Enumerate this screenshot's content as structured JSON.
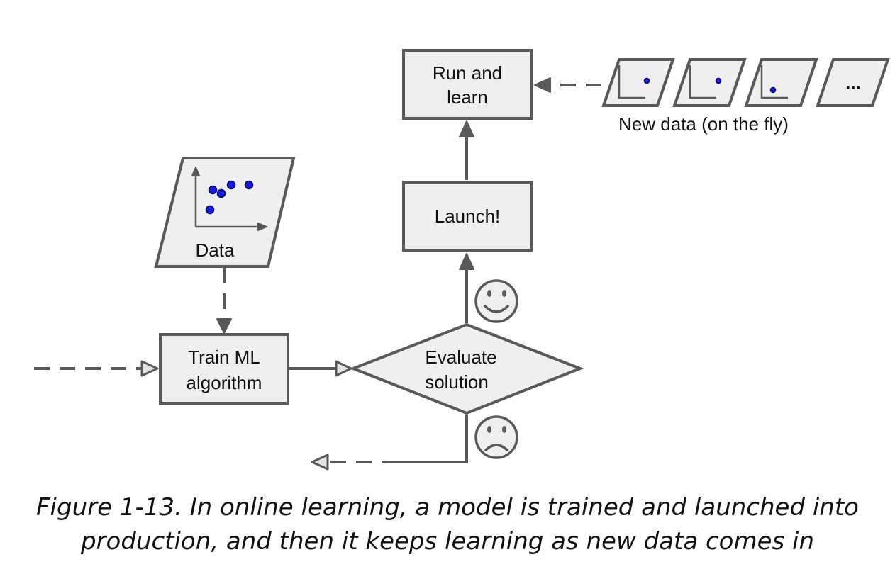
{
  "nodes": {
    "run_and_learn": [
      "Run and",
      "learn"
    ],
    "launch": "Launch!",
    "train": [
      "Train ML",
      "algorithm"
    ],
    "evaluate": [
      "Evaluate",
      "solution"
    ],
    "data": "Data"
  },
  "new_data": {
    "label": "New data (on the fly)",
    "more": "..."
  },
  "caption": [
    "Figure 1-13. In online learning, a model is trained and launched into",
    "production, and then it keeps learning as new data comes in"
  ],
  "colors": {
    "stroke": "#595959",
    "box_fill": "#efefef",
    "point": "#1a1adb"
  },
  "icons": {
    "happy": "smiling-face-icon",
    "sad": "frowning-face-icon"
  }
}
